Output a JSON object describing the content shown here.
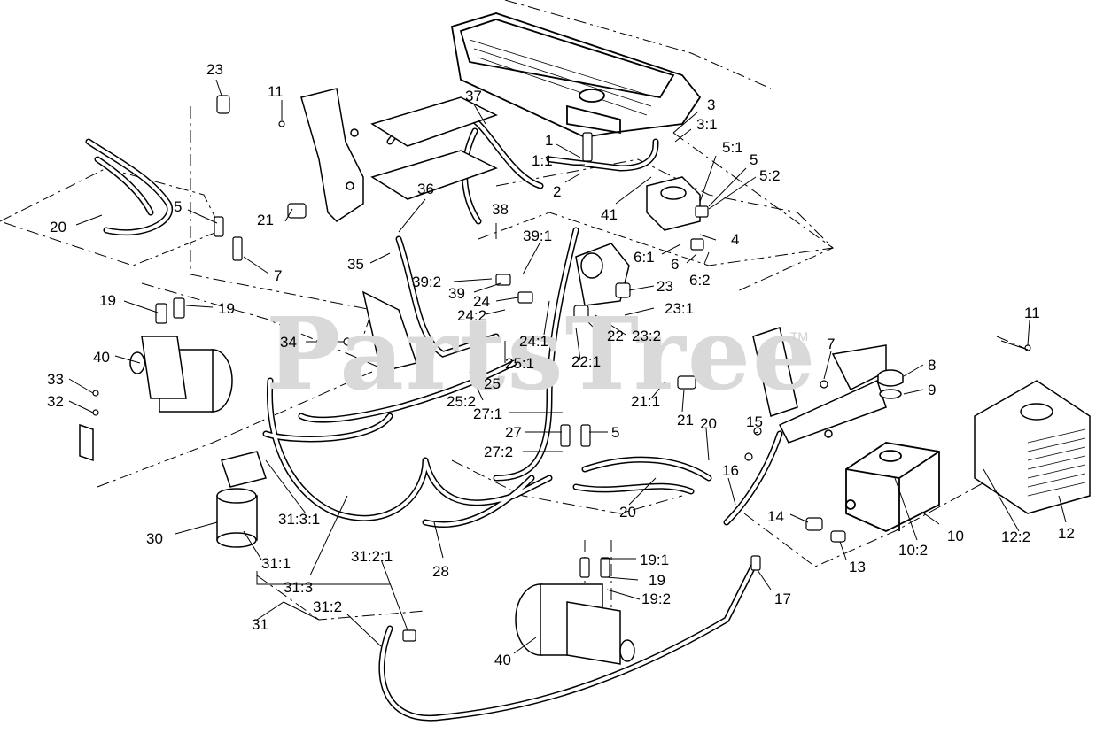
{
  "watermark": {
    "text": "PartsTree",
    "tm": "TM"
  },
  "callouts": [
    {
      "id": "23",
      "text": "23"
    },
    {
      "id": "11",
      "text": "11"
    },
    {
      "id": "37",
      "text": "37"
    },
    {
      "id": "3",
      "text": "3"
    },
    {
      "id": "3_1",
      "text": "3:1"
    },
    {
      "id": "1",
      "text": "1"
    },
    {
      "id": "1_1",
      "text": "1:1"
    },
    {
      "id": "2",
      "text": "2"
    },
    {
      "id": "5_1",
      "text": "5:1"
    },
    {
      "id": "5",
      "text": "5"
    },
    {
      "id": "5_2",
      "text": "5:2"
    },
    {
      "id": "36",
      "text": "36"
    },
    {
      "id": "41",
      "text": "41"
    },
    {
      "id": "5b",
      "text": "5"
    },
    {
      "id": "20",
      "text": "20"
    },
    {
      "id": "21",
      "text": "21"
    },
    {
      "id": "38",
      "text": "38"
    },
    {
      "id": "39_1",
      "text": "39:1"
    },
    {
      "id": "4",
      "text": "4"
    },
    {
      "id": "35",
      "text": "35"
    },
    {
      "id": "7",
      "text": "7"
    },
    {
      "id": "6_1",
      "text": "6:1"
    },
    {
      "id": "6",
      "text": "6"
    },
    {
      "id": "6_2",
      "text": "6:2"
    },
    {
      "id": "39_2",
      "text": "39:2"
    },
    {
      "id": "39",
      "text": "39"
    },
    {
      "id": "23b",
      "text": "23"
    },
    {
      "id": "19a",
      "text": "19"
    },
    {
      "id": "19b",
      "text": "19"
    },
    {
      "id": "24",
      "text": "24"
    },
    {
      "id": "23_1",
      "text": "23:1"
    },
    {
      "id": "24_2",
      "text": "24:2"
    },
    {
      "id": "11b",
      "text": "11"
    },
    {
      "id": "34",
      "text": "34"
    },
    {
      "id": "22",
      "text": "22"
    },
    {
      "id": "23_2",
      "text": "23:2"
    },
    {
      "id": "24_1",
      "text": "24:1"
    },
    {
      "id": "40a",
      "text": "40"
    },
    {
      "id": "7b",
      "text": "7"
    },
    {
      "id": "8",
      "text": "8"
    },
    {
      "id": "22_1",
      "text": "22:1"
    },
    {
      "id": "25_1",
      "text": "25:1"
    },
    {
      "id": "33",
      "text": "33"
    },
    {
      "id": "9",
      "text": "9"
    },
    {
      "id": "25",
      "text": "25"
    },
    {
      "id": "32",
      "text": "32"
    },
    {
      "id": "25_2",
      "text": "25:2"
    },
    {
      "id": "21_1",
      "text": "21:1"
    },
    {
      "id": "27_1",
      "text": "27:1"
    },
    {
      "id": "21b",
      "text": "21"
    },
    {
      "id": "20b",
      "text": "20"
    },
    {
      "id": "15",
      "text": "15"
    },
    {
      "id": "27",
      "text": "27"
    },
    {
      "id": "5c",
      "text": "5"
    },
    {
      "id": "27_2",
      "text": "27:2"
    },
    {
      "id": "16",
      "text": "16"
    },
    {
      "id": "20c",
      "text": "20"
    },
    {
      "id": "14",
      "text": "14"
    },
    {
      "id": "31_3_1",
      "text": "31:3:1"
    },
    {
      "id": "10",
      "text": "10"
    },
    {
      "id": "30",
      "text": "30"
    },
    {
      "id": "10_2",
      "text": "10:2"
    },
    {
      "id": "12_2",
      "text": "12:2"
    },
    {
      "id": "12",
      "text": "12"
    },
    {
      "id": "13",
      "text": "13"
    },
    {
      "id": "31_2_1",
      "text": "31:2:1"
    },
    {
      "id": "19_1",
      "text": "19:1"
    },
    {
      "id": "31_1",
      "text": "31:1"
    },
    {
      "id": "28",
      "text": "28"
    },
    {
      "id": "19c",
      "text": "19"
    },
    {
      "id": "31_3",
      "text": "31:3"
    },
    {
      "id": "17",
      "text": "17"
    },
    {
      "id": "19_2",
      "text": "19:2"
    },
    {
      "id": "31_2",
      "text": "31:2"
    },
    {
      "id": "31",
      "text": "31"
    },
    {
      "id": "40b",
      "text": "40"
    }
  ]
}
